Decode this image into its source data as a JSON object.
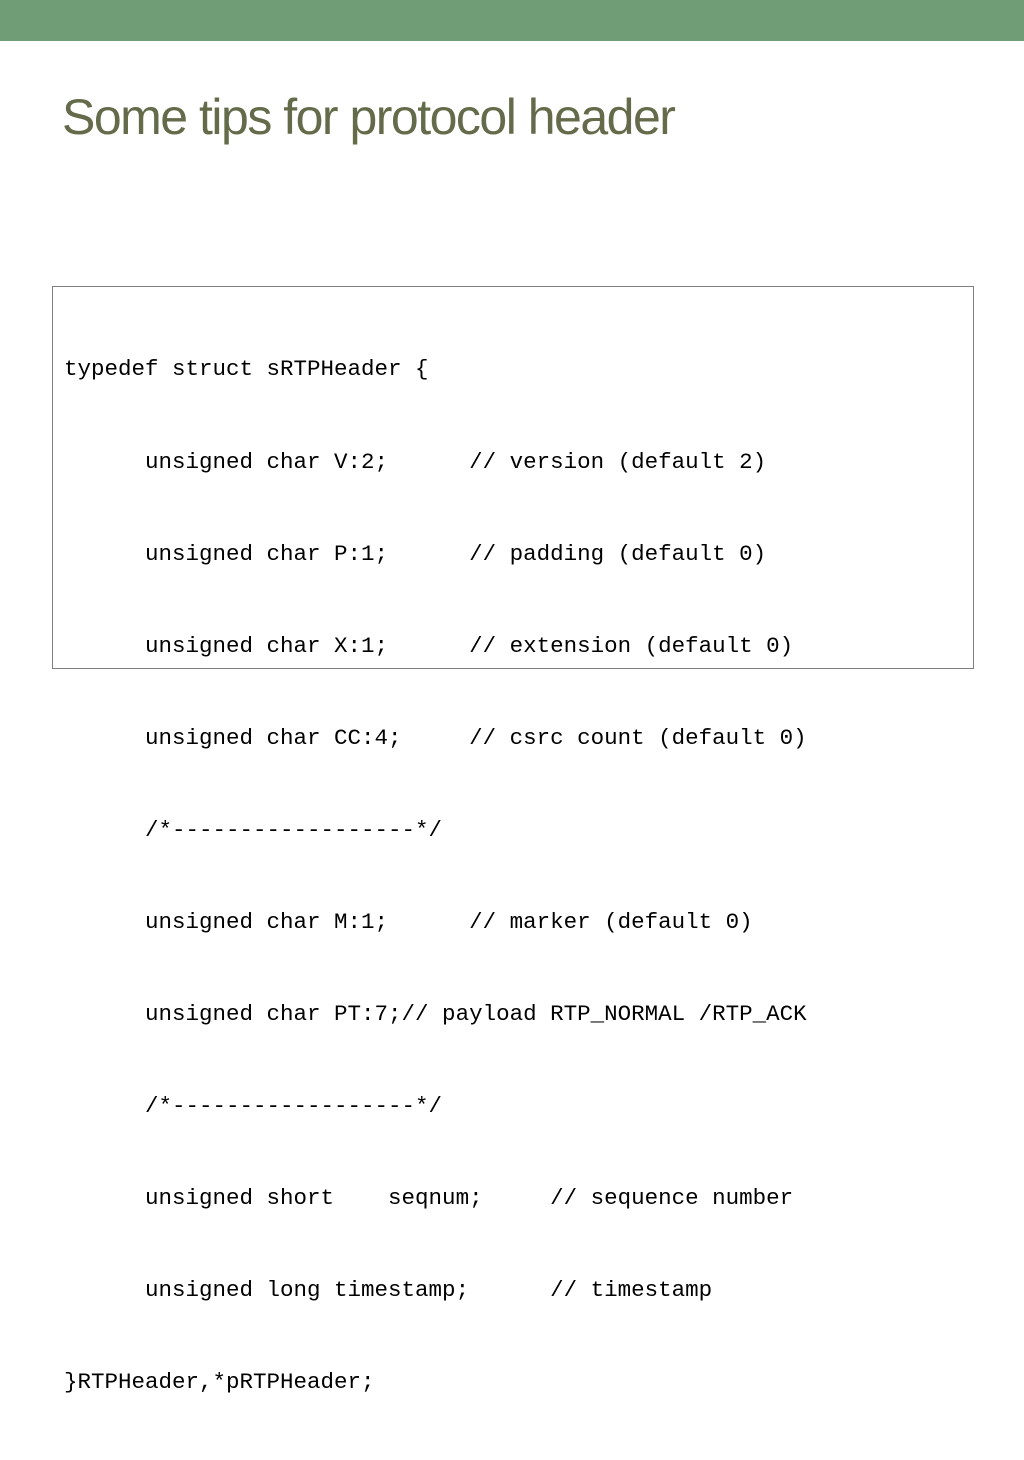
{
  "theme": {
    "bar_color": "#709d76",
    "title_color": "#646b4a"
  },
  "slide": {
    "title": "Some tips for protocol header",
    "code_lines": [
      "typedef struct sRTPHeader {",
      "      unsigned char V:2;      // version (default 2)",
      "      unsigned char P:1;      // padding (default 0)",
      "      unsigned char X:1;      // extension (default 0)",
      "      unsigned char CC:4;     // csrc count (default 0)",
      "      /*------------------*/",
      "      unsigned char M:1;      // marker (default 0)",
      "      unsigned char PT:7;// payload RTP_NORMAL /RTP_ACK",
      "      /*------------------*/",
      "      unsigned short    seqnum;     // sequence number",
      "      unsigned long timestamp;      // timestamp",
      "}RTPHeader,*pRTPHeader;"
    ]
  }
}
